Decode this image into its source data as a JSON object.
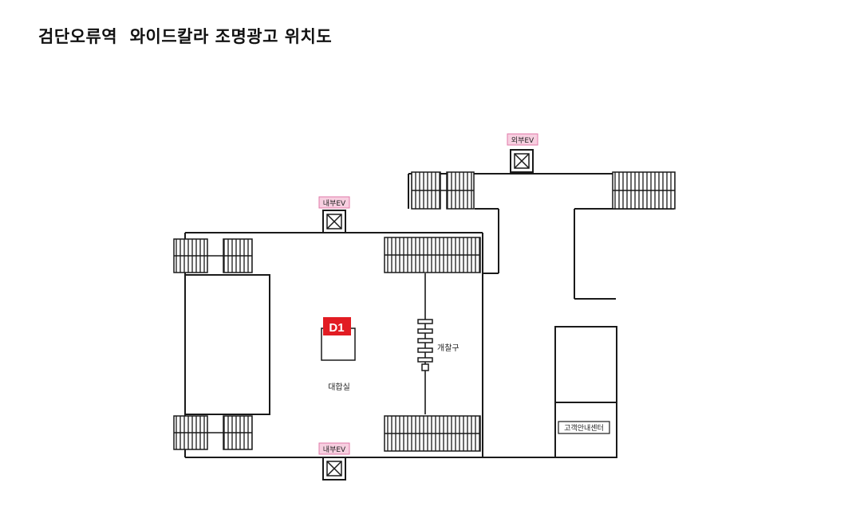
{
  "title": "검단오류역  와이드칼라 조명광고 위치도",
  "labels": {
    "ev_outer": "외부EV",
    "ev_inner_top": "내부EV",
    "ev_inner_bottom": "내부EV",
    "ad_marker": "D1",
    "gate": "개찰구",
    "waiting_room": "대합실",
    "customer_center": "고객안내센터"
  },
  "colors": {
    "ev_badge_fill": "#f7cfe0",
    "ev_badge_border": "#e07aa8",
    "ad_marker_fill": "#e21c23",
    "wall": "#1a1a1a"
  },
  "icons": {
    "elevator": "elevator-x-box-icon",
    "stairs": "stair-hatch"
  }
}
